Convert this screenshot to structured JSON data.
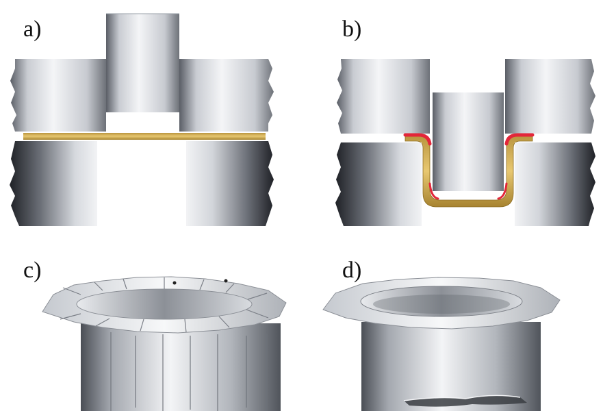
{
  "panels": [
    {
      "id": "a",
      "label": "a)"
    },
    {
      "id": "b",
      "label": "b)"
    },
    {
      "id": "c",
      "label": "c)"
    },
    {
      "id": "d",
      "label": "d)"
    }
  ],
  "colors": {
    "steel_light": "#f2f3f5",
    "steel_mid": "#bfc3c9",
    "steel_dark": "#3b3e44",
    "sheet_gold": "#d7b25a",
    "sheet_gold_dark": "#a78330",
    "defect_red": "#e3263a"
  }
}
